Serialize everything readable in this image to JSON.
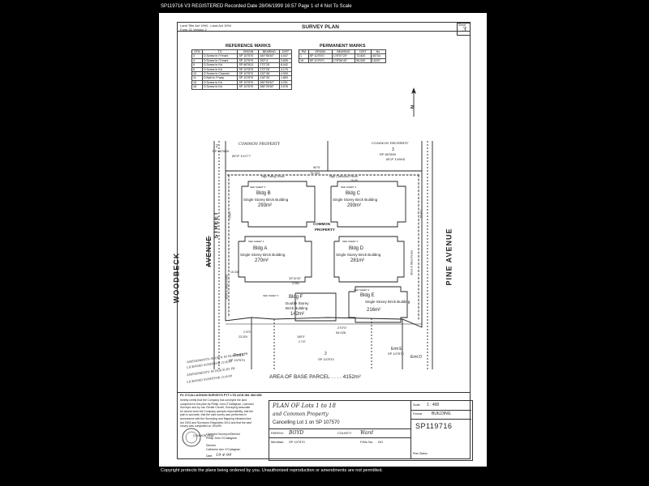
{
  "header": {
    "text": "SP119716 V3 REGISTERED Recorded Date 28/06/1999 16:57 Page 1 of 4  Not To Scale"
  },
  "footer": {
    "text": "Copyright protects the plans being ordered by you. Unauthorised reproduction or amendments are not permitted."
  },
  "form": {
    "acts_line1": "Land Title Act 1994 ;  Land Act 1994",
    "acts_line2": "Form 21 Version 2",
    "title": "SURVEY PLAN",
    "sheet_label": "Sheet",
    "sheet_number": "3"
  },
  "reference_marks": {
    "title": "REFERENCE MARKS",
    "headers": [
      "STN",
      "TO",
      "ORIGIN",
      "BEARING",
      "DIST"
    ],
    "rows": [
      [
        "3",
        "O.Screw in /Y'mark",
        "SP 107570",
        "349°56'40\"",
        "4.047"
      ],
      [
        "4",
        "O.Screw in /Y'mark",
        "SP 107570",
        "253°4'",
        "3.835"
      ],
      [
        "5",
        "O.Screw in Kb.",
        "SP 687813",
        "273°25'",
        "8.042"
      ],
      [
        "6",
        "O.Screw in Kb.",
        "SP 107570",
        "273°25'",
        "4.170"
      ],
      [
        "10",
        "O.Screw in Channel",
        "SP 107570",
        "132°48'",
        "4.909"
      ],
      [
        "11",
        "O.Nail in /Y'way",
        "SP 107570",
        "218°30'",
        "1.853"
      ],
      [
        "15",
        "O.Screw in Kb.",
        "SP 107570",
        "280°50'40\"",
        "4.201"
      ],
      [
        "18",
        "O.Screw in Kb.",
        "SP 107570",
        "285°25'30\"",
        "3.976"
      ]
    ]
  },
  "permanent_marks": {
    "title": "PERMANENT MARKS",
    "headers": [
      "PM",
      "ORIGIN",
      "BEARING",
      "DIST",
      "No."
    ],
    "rows": [
      [
        "1",
        "SP 107570",
        "178°57'20\"",
        "73.820",
        "40734"
      ],
      [
        "16",
        "SP 107570",
        "178°56'40\"",
        "56.530",
        "15257"
      ]
    ]
  },
  "plan": {
    "north": "N",
    "streets": {
      "left_top": "WOODBECK",
      "left_strike": "AVENUE",
      "left_new": "STREET",
      "right": "PINE AVENUE"
    },
    "top_left_lot": {
      "num": "2",
      "plan": "RP 807859",
      "label": "COMMON PROPERTY",
      "note": "BUP 10577"
    },
    "top_right_lot": {
      "num": "3",
      "plan": "RP 807859",
      "label": "COMMON PROPERTY",
      "note": "BUP 10894"
    },
    "top_dims": [
      "90°0'",
      "76.322",
      "16.69"
    ],
    "fences": {
      "top": "High Paling Fence",
      "top2": "High Colorbond Fence",
      "left": "Brick & Steel Fence",
      "right": "Brick & Steel Fence"
    },
    "common_property": [
      "COMMON",
      "PROPERTY"
    ],
    "buildings": [
      {
        "name": "Bldg B",
        "type": "Single Storey Brick Building",
        "area": "293m²",
        "sheet": "SEE SHEET 3"
      },
      {
        "name": "Bldg C",
        "type": "Single Storey Brick Building",
        "area": "293m²",
        "sheet": "SEE SHEET 2"
      },
      {
        "name": "Bldg A",
        "type": "Single Storey Brick Building",
        "area": "270m²",
        "sheet": "SEE SHEET 2"
      },
      {
        "name": "Bldg D",
        "type": "Single Storey Brick Building",
        "area": "281m²",
        "sheet": "SEE SHEET 2"
      },
      {
        "name": "Bldg F",
        "type1": "Double Storey",
        "type2": "Brick Building",
        "area": "142m²",
        "sheet": "SEE SHEET 3"
      },
      {
        "name": "Bldg E",
        "type": "Single Storey Brick Building",
        "area": "216m²",
        "sheet": "SEE SHEET 3"
      }
    ],
    "dims": [
      "33°10'00\"",
      "3.364",
      "270°0'",
      "54.026",
      "180°0'",
      "2.747",
      "23.329",
      "2.970",
      "70.867",
      "55.877",
      "15.345"
    ],
    "bottom_lot": {
      "num": "2",
      "plan": "SP 107570"
    },
    "easements": [
      "Emt F",
      "SP 107570",
      "Emt E",
      "SP 107570",
      "Emt D"
    ],
    "area_of_base_parcel": "AREA OF BASE PARCEL . . . . 4152m²",
    "handwritten": [
      "AMENDMENTS SHOWN IN BLACK BY PR",
      "LICENSED SURVEYOR 21/4/99",
      "AMENDMENTS IN BLACK BY PR",
      "LICENSED SURVEYOR 21/4/99"
    ]
  },
  "title_block": {
    "firm": "Pe O'CALLAGHAN SURVEYS PTY LTD ACN 081 084 086",
    "certificate": [
      "hereby certify that the Company has surveyed the land",
      "comprised in this plan by Phillip John O'Callaghan, Licensed",
      "Surveyor and by Jan Gerald Cornell, Surveying Associate",
      "for whose work the Company accepts responsibility, that the",
      "plan is accurate, that the said survey was performed in",
      "accordance with the Surveying and Mapping Infrastructure",
      "Act 2003 and Surveyors Regulation 2014 and that the said",
      "survey was completed on 19/4/99."
    ],
    "licensed": "Licensed Surveyor/Director",
    "licensed_name": "Phillip John O'Callaghan",
    "director": "Director",
    "director_name": "Catherine Ann O'Callaghan",
    "date_label": "Date",
    "date_value": "19-4-99",
    "seal": "COMMON SEAL",
    "scale_label": "Scale",
    "scale_value": "1 : 400",
    "format_label": "Format",
    "format_value": "BUILDING",
    "plan_number": "SP119716",
    "plan_status": "Plan Status",
    "plan_of": "PLAN OF Lots 1 to 18",
    "common": "and Common Property",
    "cancelling": "Cancelling Lot 1 on SP 107570",
    "parish_label": "PARISH:",
    "parish": "BOYD",
    "county_label": "COUNTY:",
    "county": "Ward",
    "meridian_label": "Meridian:",
    "meridian": "SP 107570",
    "fm_label": "F/Ms No.",
    "fm": "NO"
  }
}
